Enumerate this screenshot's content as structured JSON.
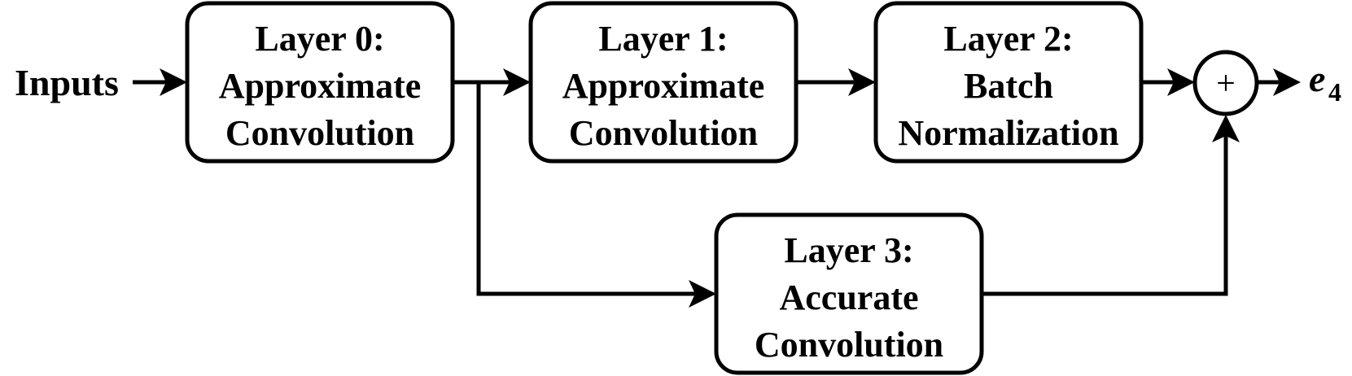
{
  "input_label": "Inputs",
  "output": {
    "symbol": "e",
    "subscript": "4"
  },
  "layers": [
    {
      "id": "layer-0",
      "lines": [
        "Layer 0:",
        "Approximate",
        "Convolution"
      ]
    },
    {
      "id": "layer-1",
      "lines": [
        "Layer 1:",
        "Approximate",
        "Convolution"
      ]
    },
    {
      "id": "layer-2",
      "lines": [
        "Layer 2:",
        "Batch",
        "Normalization"
      ]
    },
    {
      "id": "layer-3",
      "lines": [
        "Layer 3:",
        "Accurate",
        "Convolution"
      ]
    }
  ],
  "sum_node": {
    "symbol": "+"
  }
}
